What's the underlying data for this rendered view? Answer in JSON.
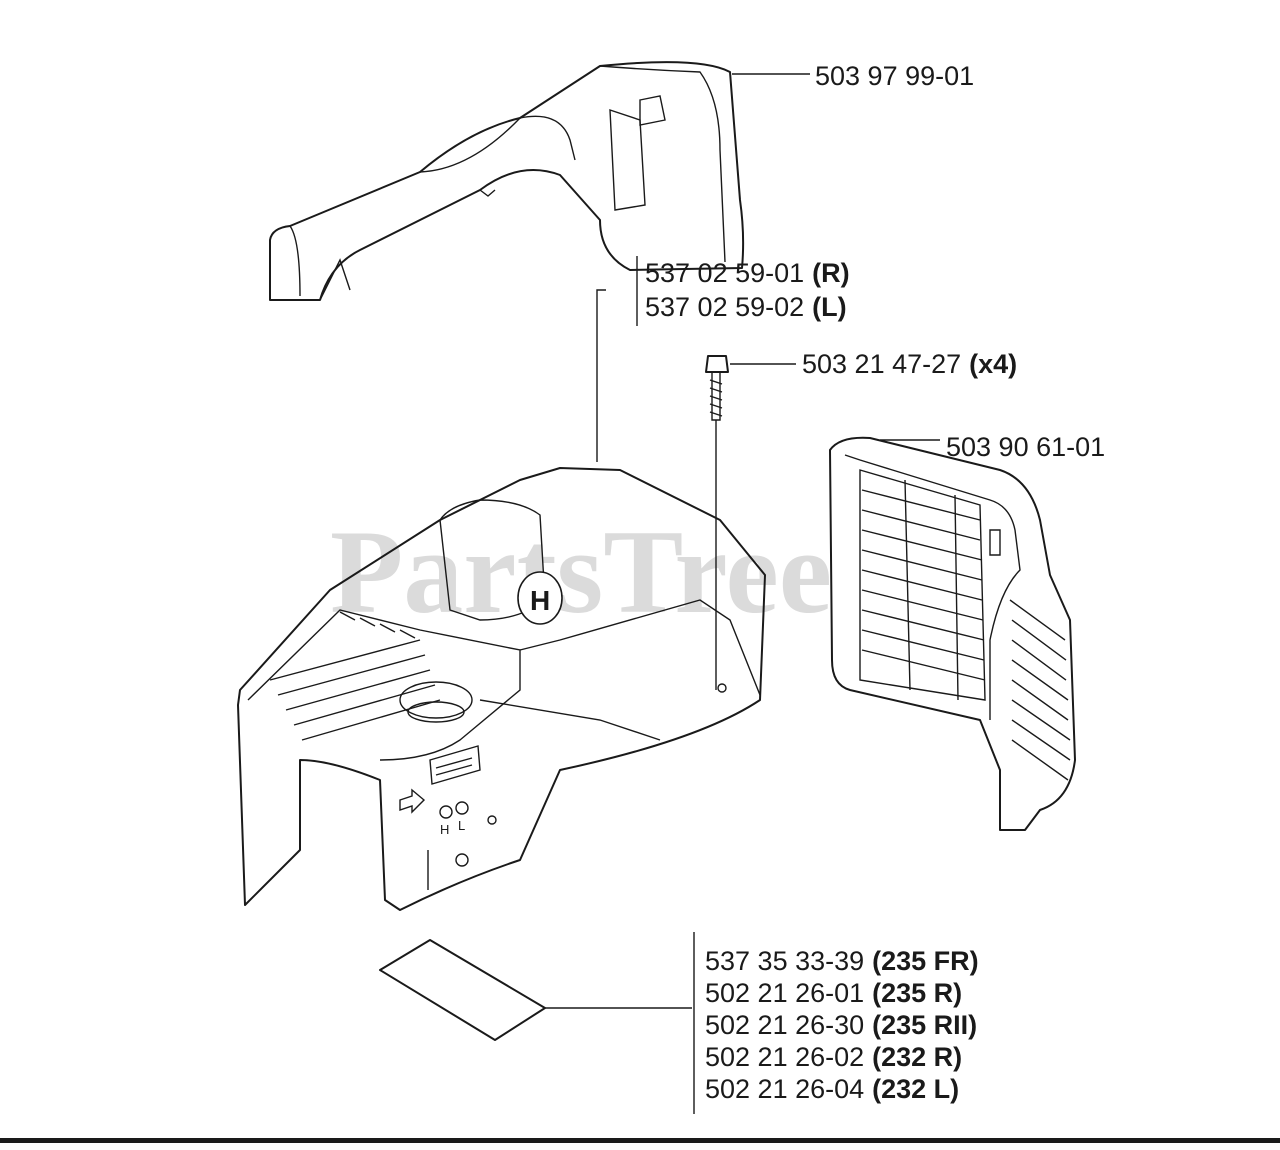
{
  "watermark": "PartsTree",
  "callouts": {
    "top_cover": {
      "part": "503 97 99-01"
    },
    "cylinder_cover": {
      "lines": [
        {
          "part": "537 02 59-01",
          "note": "(R)"
        },
        {
          "part": "537 02 59-02",
          "note": "(L)"
        }
      ]
    },
    "screw": {
      "part": "503 21 47-27",
      "note": "(x4)"
    },
    "air_grille": {
      "part": "503 90 61-01"
    },
    "decal": {
      "lines": [
        {
          "part": "537 35 33-39",
          "note": "(235 FR)"
        },
        {
          "part": "502 21 26-01",
          "note": "(235 R)"
        },
        {
          "part": "502 21 26-30",
          "note": "(235 RII)"
        },
        {
          "part": "502 21 26-02",
          "note": "(232 R)"
        },
        {
          "part": "502 21 26-04",
          "note": "(232 L)"
        }
      ]
    }
  },
  "logo_letter": "H",
  "carb_marks": {
    "h": "H",
    "l": "L"
  }
}
